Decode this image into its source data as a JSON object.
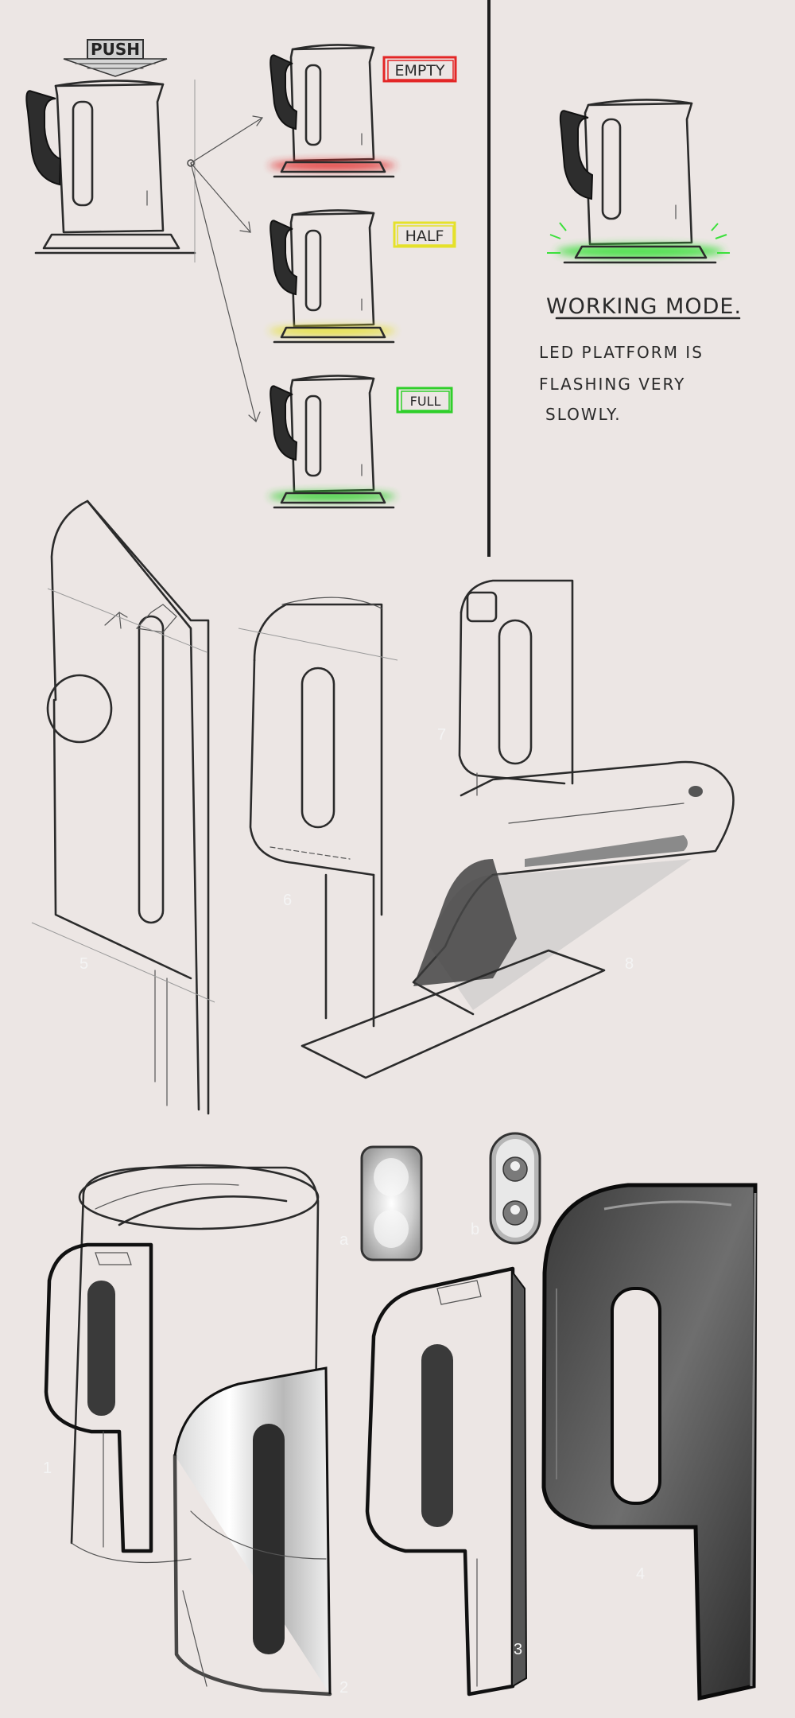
{
  "top": {
    "push_label": "PUSH",
    "levels": [
      {
        "label": "EMPTY",
        "color": "#e32626"
      },
      {
        "label": "HALF",
        "color": "#e5e12a"
      },
      {
        "label": "FULL",
        "color": "#2fcf2a"
      }
    ],
    "working_mode_title": "WORKING MODE.",
    "working_mode_note": [
      "LED PLATFORM IS",
      "FLASHING VERY",
      "SLOWLY."
    ],
    "working_led_color": "#3be03b"
  },
  "middle": {
    "sketch_numbers": [
      "5",
      "6",
      "7",
      "8"
    ]
  },
  "bottom": {
    "sketch_numbers": [
      "1",
      "2",
      "3",
      "4"
    ],
    "detail_letters": [
      "a",
      "b"
    ]
  }
}
